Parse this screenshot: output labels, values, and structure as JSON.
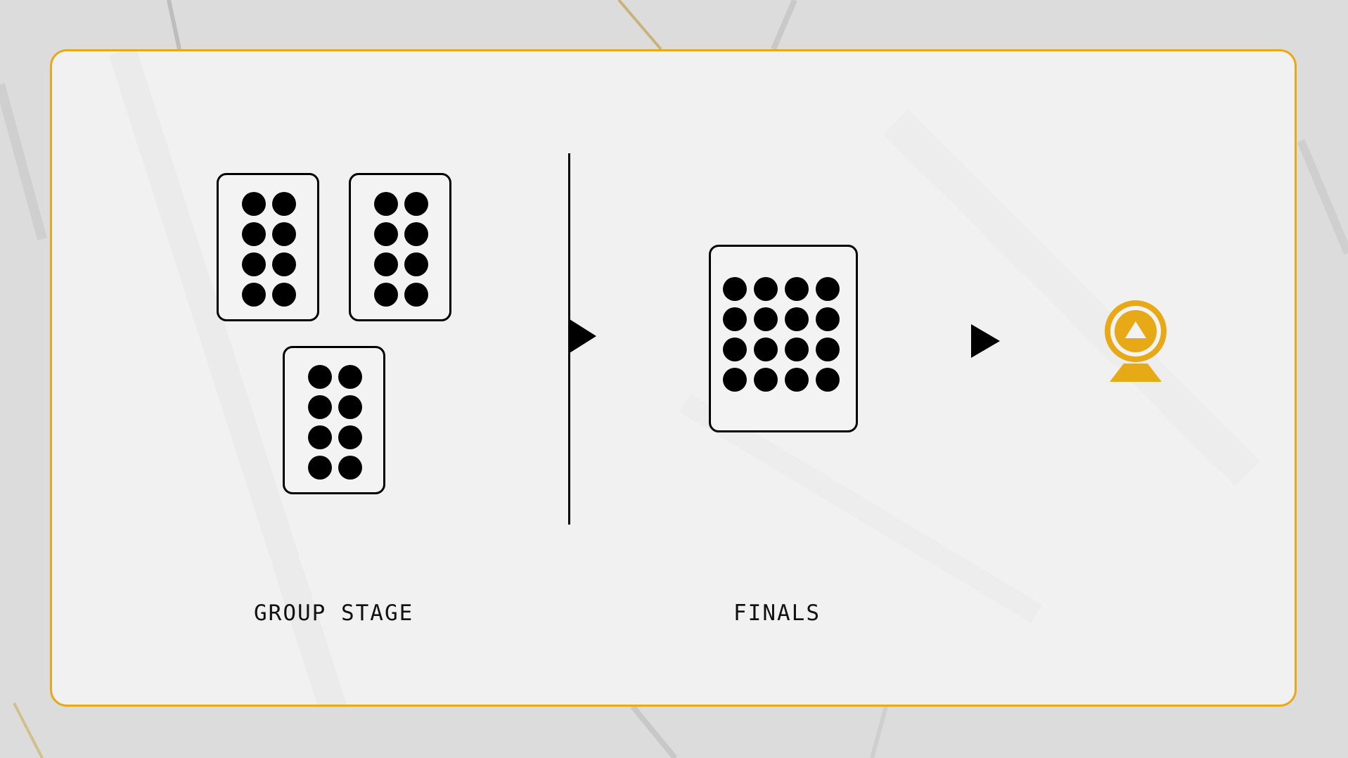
{
  "colors": {
    "accent": "#e8a916",
    "panel_background": "#f1f1f1",
    "page_background": "#dcdcdc",
    "ink": "#000000"
  },
  "stages": {
    "group_stage": {
      "label": "GROUP STAGE",
      "groups": [
        {
          "dots": 8,
          "columns": 2,
          "rows": 4
        },
        {
          "dots": 8,
          "columns": 2,
          "rows": 4
        },
        {
          "dots": 8,
          "columns": 2,
          "rows": 4
        }
      ]
    },
    "finals": {
      "label": "FINALS",
      "group": {
        "dots": 16,
        "columns": 4,
        "rows": 4
      }
    }
  },
  "icons": {
    "divider_arrow": "triangle-right-icon",
    "finals_arrow": "triangle-right-icon",
    "trophy": "medal-trophy-icon"
  }
}
